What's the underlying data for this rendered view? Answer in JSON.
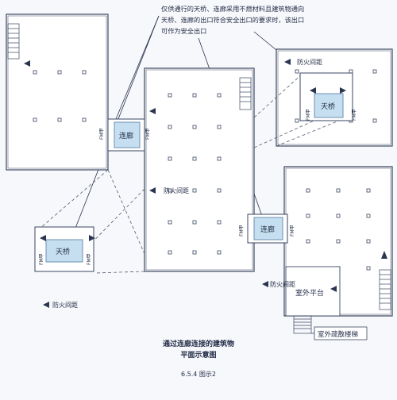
{
  "top_note": {
    "lines": [
      "仅供通行的天桥、连廊采用不燃材料且建筑物通向",
      "天桥、连廊的出口符合安全出口的要求时，该出口",
      "可作为安全出口"
    ]
  },
  "labels": {
    "corridor": "连廊",
    "skybridge": "天桥",
    "fire_spacing": "防火间距",
    "fire_door_code": "FM甲",
    "outdoor_platform": "室外平台",
    "outdoor_stair": "室外疏散楼梯"
  },
  "caption": {
    "title_line1": "通过连廊连接的建筑物",
    "title_line2": "平面示意图",
    "figure": "6.5.4 图示2"
  },
  "colors": {
    "line": "#2a3550",
    "wall": "#3a4660",
    "connector_fill": "#c6dff0",
    "connector_edge": "#6b8fb0",
    "dash": "#555e70",
    "background": "#f7f8fb"
  }
}
